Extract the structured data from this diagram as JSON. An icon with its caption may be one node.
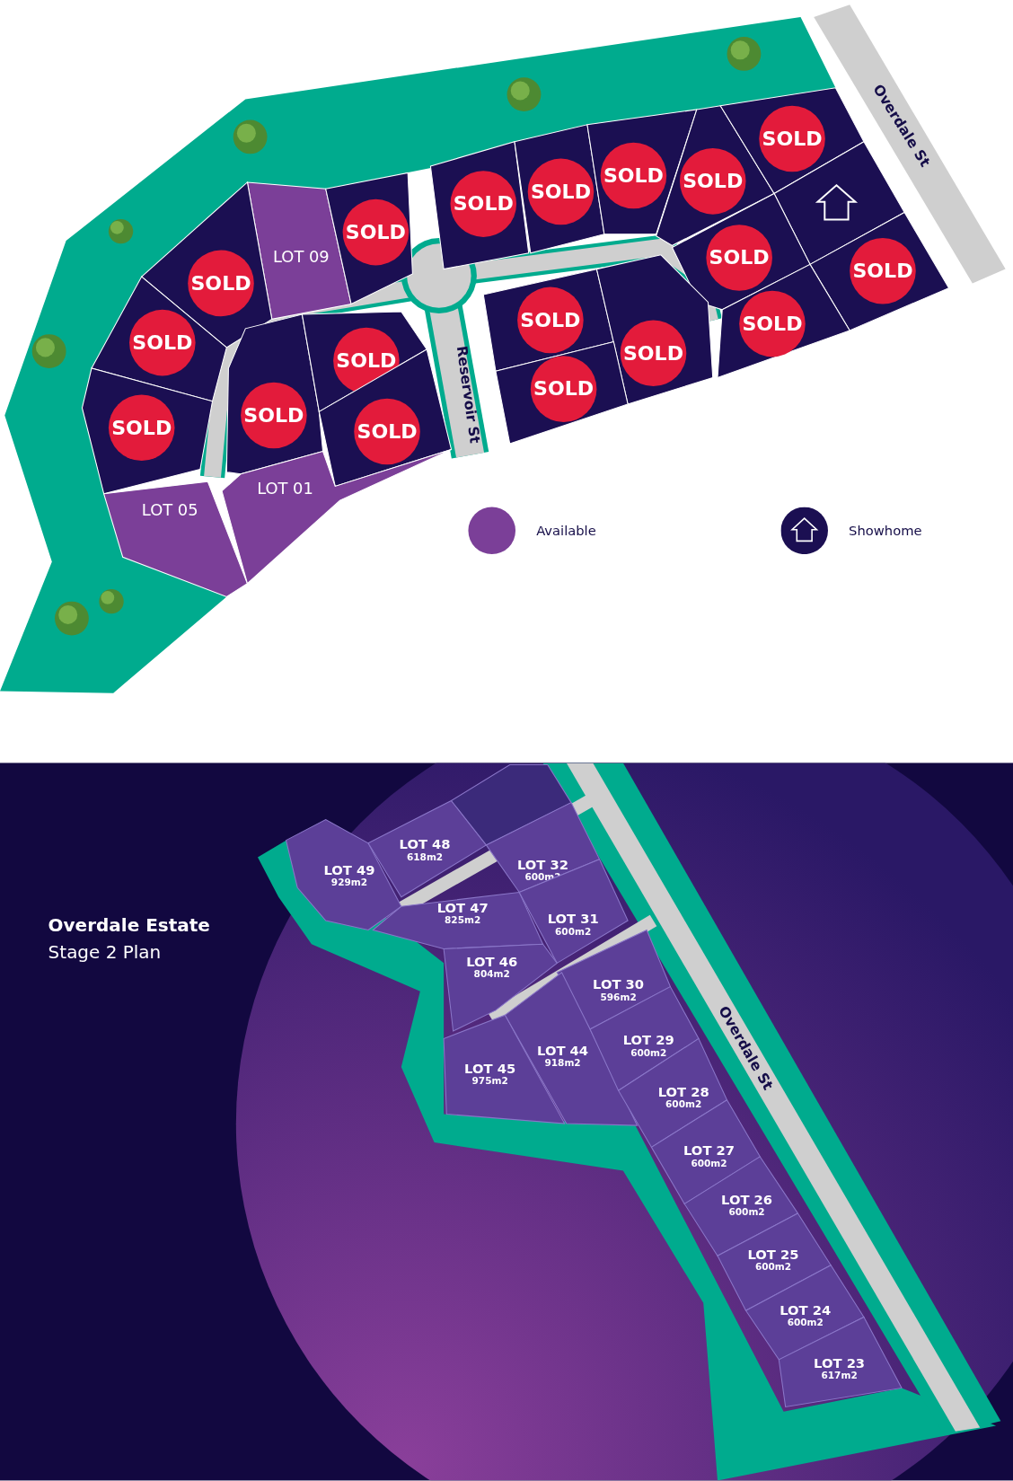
{
  "diagram": {
    "title": "Overdale Estate",
    "nodes": [
      {
        "text": [
          "LOT 09"
        ]
      },
      {
        "text": [
          "SOLD"
        ]
      },
      {
        "text": [
          "SOLD"
        ]
      },
      {
        "text": [
          "SOLD"
        ]
      },
      {
        "text": [
          "SOLD"
        ]
      },
      {
        "text": [
          "SOLD"
        ]
      },
      {
        "text": [
          "SOLD"
        ]
      },
      {
        "text": [
          "SOLD"
        ]
      },
      {
        "text": [
          "LOT 05"
        ]
      },
      {
        "text": [
          "LOT 01"
        ]
      },
      {
        "text": [
          "SOLD"
        ]
      },
      {
        "text": [
          "SOLD"
        ]
      },
      {
        "text": [
          "SOLD"
        ]
      },
      {
        "text": [
          "SOLD"
        ]
      },
      {
        "text": [
          "SOLD"
        ]
      },
      {
        "text": [],
        "shape": "box"
      },
      {
        "text": [
          "SOLD"
        ]
      },
      {
        "text": [
          "SOLD"
        ]
      },
      {
        "text": [
          "SOLD"
        ]
      },
      {
        "text": [
          "SOLD"
        ]
      },
      {
        "text": [
          "SOLD"
        ]
      },
      {
        "text": [
          "SOLD"
        ]
      },
      {
        "text": [
          "LOT 49",
          "929m2"
        ]
      },
      {
        "text": [
          "LOT 48",
          "618m2"
        ]
      },
      {
        "text": [],
        "shape": "box"
      },
      {
        "text": [
          "LOT 32",
          "600m2"
        ]
      },
      {
        "text": [
          "LOT 47",
          "825m2"
        ]
      },
      {
        "text": [
          "LOT 31",
          "600m2"
        ]
      },
      {
        "text": [
          "LOT 46",
          "804m2"
        ]
      },
      {
        "text": [
          "LOT 30",
          "596m2"
        ]
      },
      {
        "text": [
          "LOT 45",
          "975m2"
        ]
      },
      {
        "text": [
          "LOT 44",
          "918m2"
        ]
      },
      {
        "text": [
          "LOT 29",
          "600m2"
        ]
      },
      {
        "text": [
          "LOT 28",
          "600m2"
        ]
      },
      {
        "text": [
          "LOT 27",
          "600m2"
        ]
      },
      {
        "text": [
          "LOT 26",
          "600m2"
        ]
      },
      {
        "text": [
          "LOT 25",
          "600m2"
        ]
      },
      {
        "text": [
          "LOT 24",
          "600m2"
        ]
      },
      {
        "text": [
          "LOT 23",
          "617m2"
        ]
      }
    ],
    "labels": [
      "Overdale St",
      "Reservoir St",
      "Stage 2 Plan",
      "Overdale St"
    ],
    "legend": [
      {
        "text": "Available",
        "color": "#7b3f98"
      },
      {
        "text": "Showhome"
      }
    ]
  }
}
